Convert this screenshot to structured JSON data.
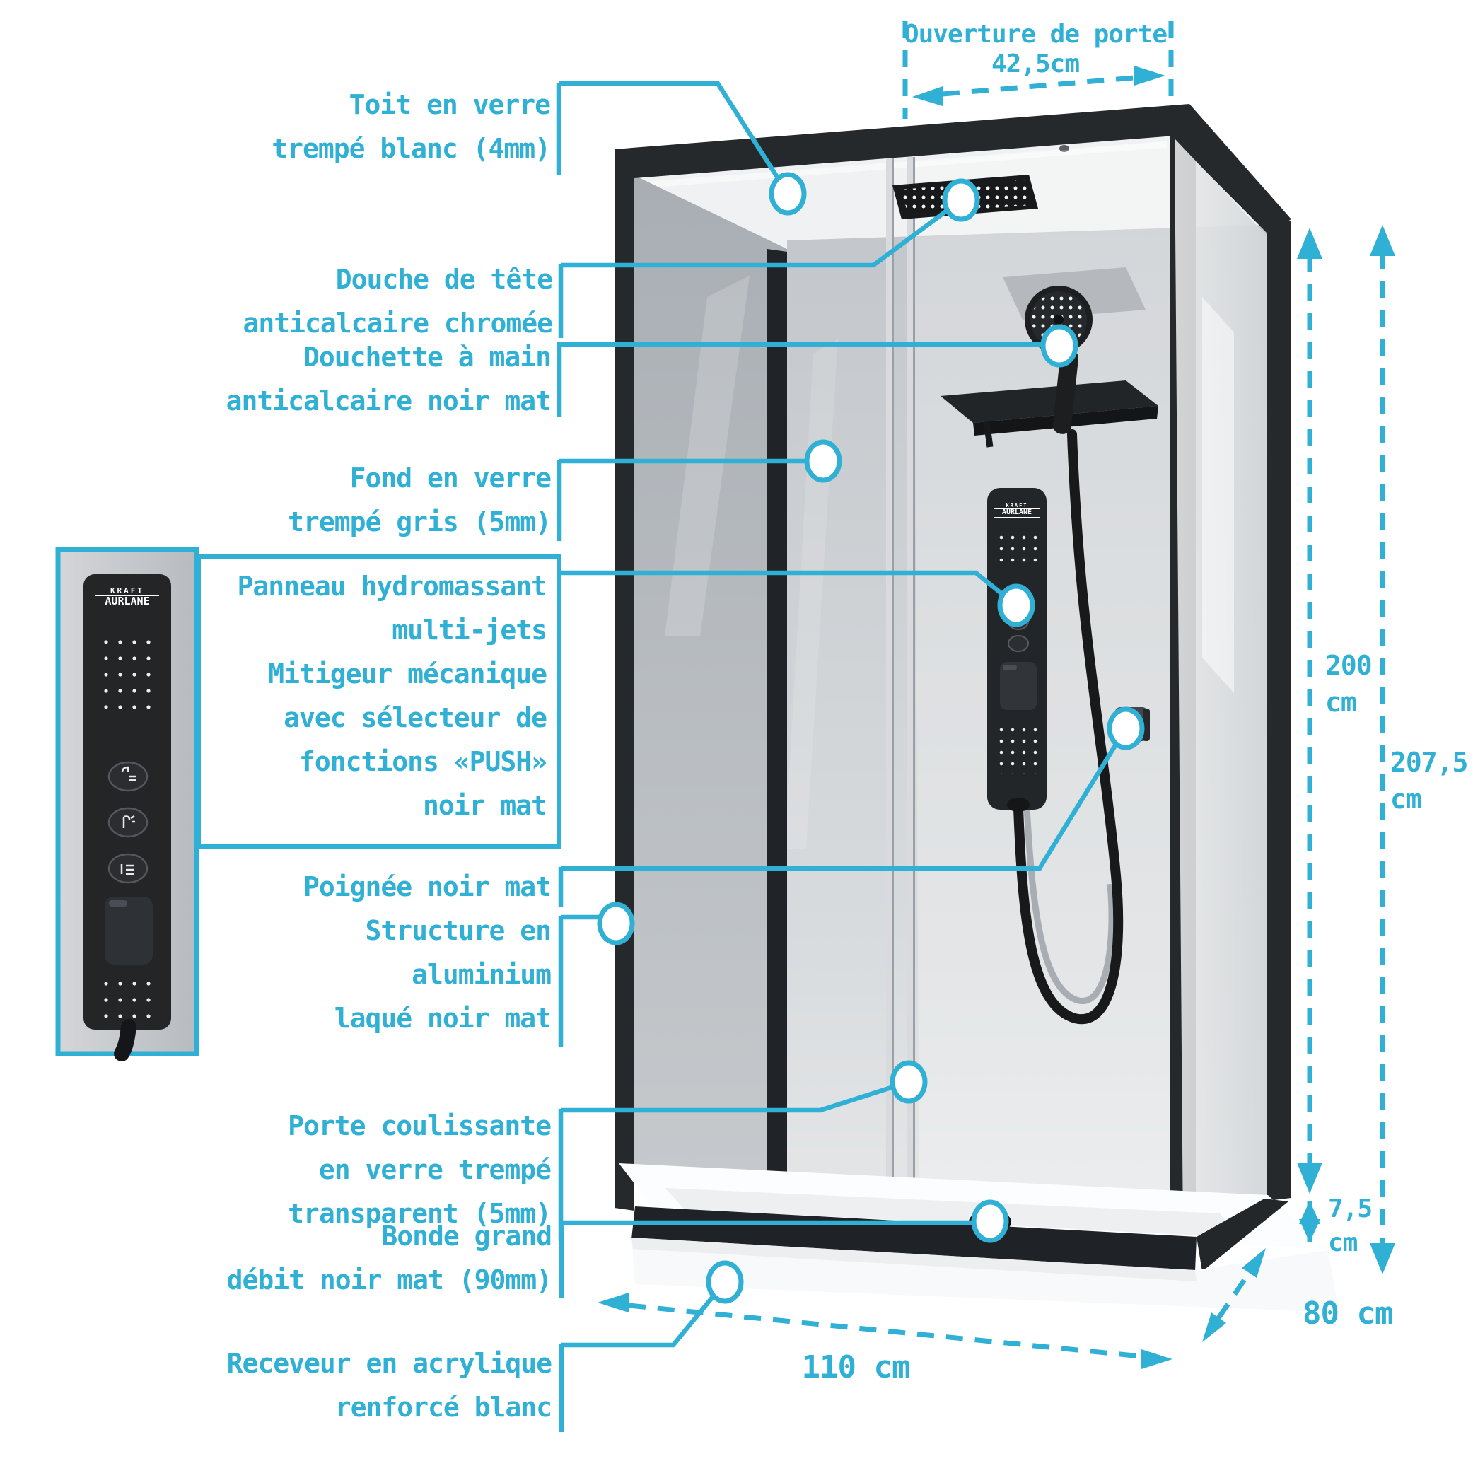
{
  "colors": {
    "accent": "#2fb0d4",
    "frame_black": "#26292c",
    "glass_grey": "#c9cdd1",
    "tray_white": "#fcfdfe"
  },
  "brand": {
    "logo_top": "KRAFT",
    "logo": "AURLANE"
  },
  "callouts": [
    {
      "id": "toit",
      "lines": [
        "Toit en verre",
        "trempé blanc (4mm)"
      ]
    },
    {
      "id": "douche",
      "lines": [
        "Douche de tête",
        "anticalcaire chromée"
      ]
    },
    {
      "id": "douchette",
      "lines": [
        "Douchette à main",
        "anticalcaire noir mat"
      ]
    },
    {
      "id": "fond",
      "lines": [
        "Fond en verre",
        "trempé gris (5mm)"
      ]
    },
    {
      "id": "panneau",
      "lines": [
        "Panneau hydromassant",
        "multi-jets",
        "Mitigeur mécanique",
        "avec sélecteur de",
        "fonctions «PUSH»",
        "noir mat"
      ]
    },
    {
      "id": "poignee",
      "lines": [
        "Poignée noir mat"
      ]
    },
    {
      "id": "structure",
      "lines": [
        "Structure en",
        "aluminium",
        "laqué noir mat"
      ]
    },
    {
      "id": "porte",
      "lines": [
        "Porte coulissante",
        "en verre trempé",
        "transparent (5mm)"
      ]
    },
    {
      "id": "bonde",
      "lines": [
        "Bonde grand",
        "débit noir mat (90mm)"
      ]
    },
    {
      "id": "receveur",
      "lines": [
        "Receveur en acrylique",
        "renforcé blanc"
      ]
    }
  ],
  "dimensions": {
    "door_opening": {
      "label": "Ouverture de porte",
      "value": "42,5cm"
    },
    "inner_height": {
      "value": "200",
      "unit": "cm"
    },
    "total_height": {
      "value": "207,5",
      "unit": "cm"
    },
    "tray_height": {
      "value": "7,5",
      "unit": "cm"
    },
    "depth": {
      "value": "80 cm"
    },
    "width": {
      "value": "110 cm"
    }
  }
}
